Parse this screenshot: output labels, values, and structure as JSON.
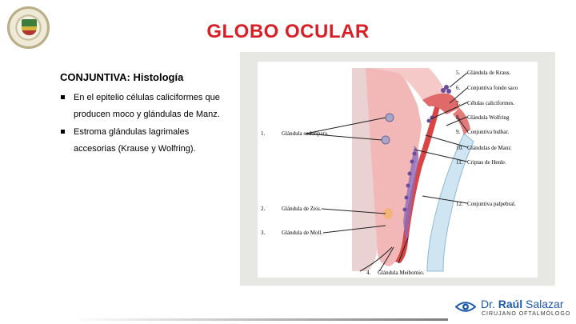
{
  "slide": {
    "title": "GLOBO OCULAR",
    "subhead": "CONJUNTIVA: Histología",
    "bullets": [
      "En el epitelio células caliciformes que producen moco y glándulas de Manz.",
      "Estroma glándulas lagrimales accesorias (Krause y Wolfring)."
    ]
  },
  "figure": {
    "labels": {
      "l1": {
        "num": "1.",
        "text": "Glándula sudorípara."
      },
      "l2": {
        "num": "2.",
        "text": "Glándula de Zeis."
      },
      "l3": {
        "num": "3.",
        "text": "Glándula de Moll."
      },
      "l4": {
        "num": "4.",
        "text": "Glándula Meibomio."
      },
      "l5": {
        "num": "5.",
        "text": "Glándula de Kraus."
      },
      "l6": {
        "num": "6.",
        "text": "Conjuntiva fondo saco"
      },
      "l7": {
        "num": "7.",
        "text": "Células caliciformes."
      },
      "l8": {
        "num": "8.",
        "text": "Glándula Wolfring"
      },
      "l9": {
        "num": "9.",
        "text": "Conjuntiva bulbar."
      },
      "l10": {
        "num": "10.",
        "text": "Glándulas de Manz"
      },
      "l11": {
        "num": "11.",
        "text": "Criptas de Henle."
      },
      "l12": {
        "num": "12.",
        "text": "Conjuntiva palpebral."
      }
    }
  },
  "brand": {
    "prefix": "Dr.",
    "first": "Raúl",
    "last": "Salazar",
    "subtitle": "CIRUJANO OFTALMÓLOGO"
  },
  "colors": {
    "title": "#d91f26",
    "tissue_pink": "#f2b8b8",
    "tissue_red": "#d94545",
    "cornea_blue": "#cfe6f2",
    "gland_purple": "#7a5aa8",
    "brand_blue": "#1d5aa8"
  }
}
